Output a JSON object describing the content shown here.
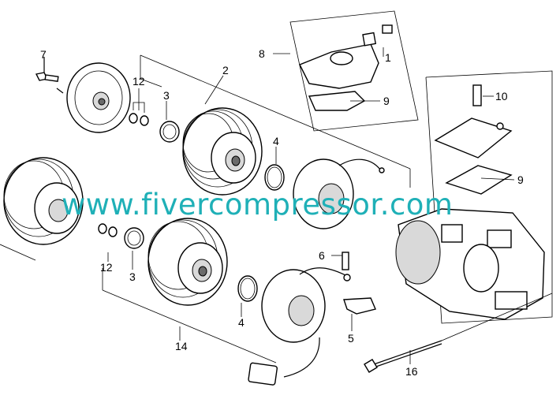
{
  "watermark": "www.fivercompressor.com",
  "callouts": {
    "c1": "1",
    "c2": "2",
    "c3a": "3",
    "c3b": "3",
    "c4a": "4",
    "c4b": "4",
    "c5": "5",
    "c6": "6",
    "c7": "7",
    "c8": "8",
    "c9a": "9",
    "c9b": "9",
    "c10": "10",
    "c12a": "12",
    "c12b": "12",
    "c14": "14",
    "c16": "16"
  },
  "colors": {
    "watermark": "#1fb0b7",
    "line": "#000000"
  }
}
